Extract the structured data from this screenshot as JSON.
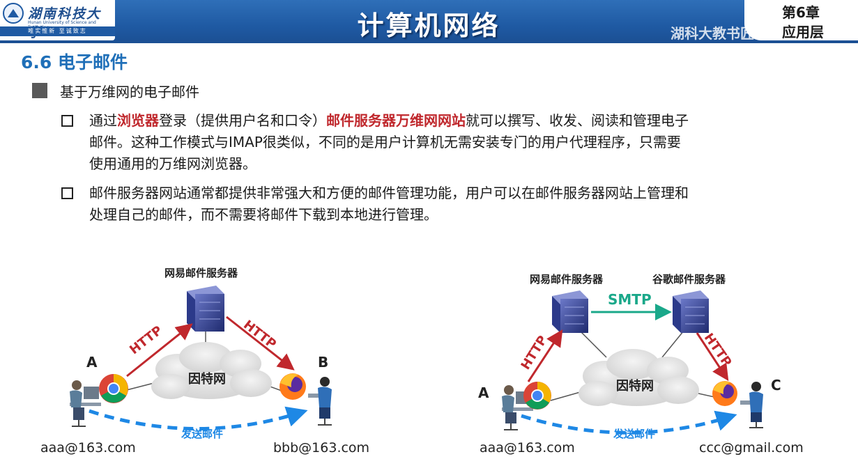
{
  "header": {
    "logo_cn": "湖南科技大学",
    "logo_en": "Hunan University of Science and Technology",
    "logo_motto": "唯实惟新 至诚致志",
    "title": "计算机网络",
    "chapter_num": "第6章",
    "chapter_name": "应用层",
    "watermark": "湖科大教书匠"
  },
  "section": {
    "title": "6.6 电子邮件"
  },
  "main_bullet": "基于万维网的电子邮件",
  "points": [
    {
      "line1_pre": "通过",
      "line1_red1": "浏览器",
      "line1_mid": "登录（提供用户名和口令）",
      "line1_red2": "邮件服务器万维网网站",
      "line1_post": "就可以撰写、收发、阅读和管理电子",
      "line2": "邮件。这种工作模式与IMAP很类似，不同的是用户计算机无需安装专门的用户代理程序，只需要",
      "line3": "使用通用的万维网浏览器。"
    },
    {
      "line1": "邮件服务器网站通常都提供非常强大和方便的邮件管理功能，用户可以在邮件服务器网站上管理和",
      "line2": "处理自己的邮件，而不需要将邮件下载到本地进行管理。"
    }
  ],
  "left_diagram": {
    "server_label": "网易邮件服务器",
    "http_left": "HTTP",
    "http_right": "HTTP",
    "cloud": "因特网",
    "node_a": "A",
    "node_b": "B",
    "send": "发送邮件",
    "addr_a": "aaa@163.com",
    "addr_b": "bbb@163.com"
  },
  "right_diagram": {
    "server1_label": "网易邮件服务器",
    "server2_label": "谷歌邮件服务器",
    "smtp": "SMTP",
    "http_left": "HTTP",
    "http_right": "HTTP",
    "cloud": "因特网",
    "node_a": "A",
    "node_c": "C",
    "send": "发送邮件",
    "addr_a": "aaa@163.com",
    "addr_c": "ccc@gmail.com"
  },
  "colors": {
    "header_blue": "#1f5aa3",
    "section_blue": "#1f6fb8",
    "highlight_red": "#c0282d",
    "http_red": "#c0282d",
    "smtp_green": "#1aa88a",
    "send_blue": "#1e88e5"
  }
}
